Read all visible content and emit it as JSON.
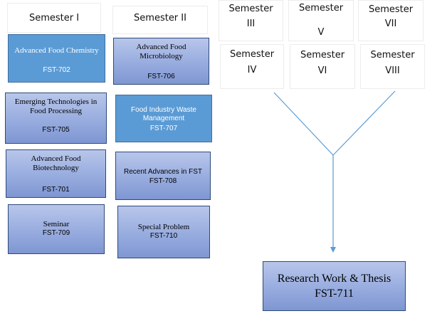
{
  "semesters": {
    "s1": "Semester I",
    "s2": "Semester II",
    "s3_word": "Semester",
    "s3_num": "III",
    "s5_word": "Semester",
    "s5_num": "V",
    "s7_word": "Semester",
    "s7_num": "VII",
    "s4_word": "Semester",
    "s4_num": "IV",
    "s6_word": "Semester",
    "s6_num": "VI",
    "s8_word": "Semester",
    "s8_num": "VIII"
  },
  "courses": {
    "c702": {
      "title": "Advanced Food Chemistry",
      "code": "FST-702"
    },
    "c706": {
      "title": "Advanced Food Microbiology",
      "code": "FST-706"
    },
    "c705": {
      "title": "Emerging Technologies in Food Processing",
      "code": "FST-705"
    },
    "c707": {
      "title": "Food Industry Waste Management",
      "code": "FST-707"
    },
    "c701": {
      "title": "Advanced Food Biotechnology",
      "code": "FST-701"
    },
    "c708": {
      "title": "Recent Advances in FST",
      "code": "FST-708"
    },
    "c709": {
      "title": "Seminar",
      "code": "FST-709"
    },
    "c710": {
      "title": "Special Problem",
      "code": "FST-710"
    }
  },
  "thesis": {
    "title": "Research Work & Thesis",
    "code": "FST-711"
  },
  "colors": {
    "arrow": "#5b9bd5",
    "highlight": "#5b9bd5",
    "box_fill": "#9aaee0",
    "border": "#2e4a7a"
  }
}
